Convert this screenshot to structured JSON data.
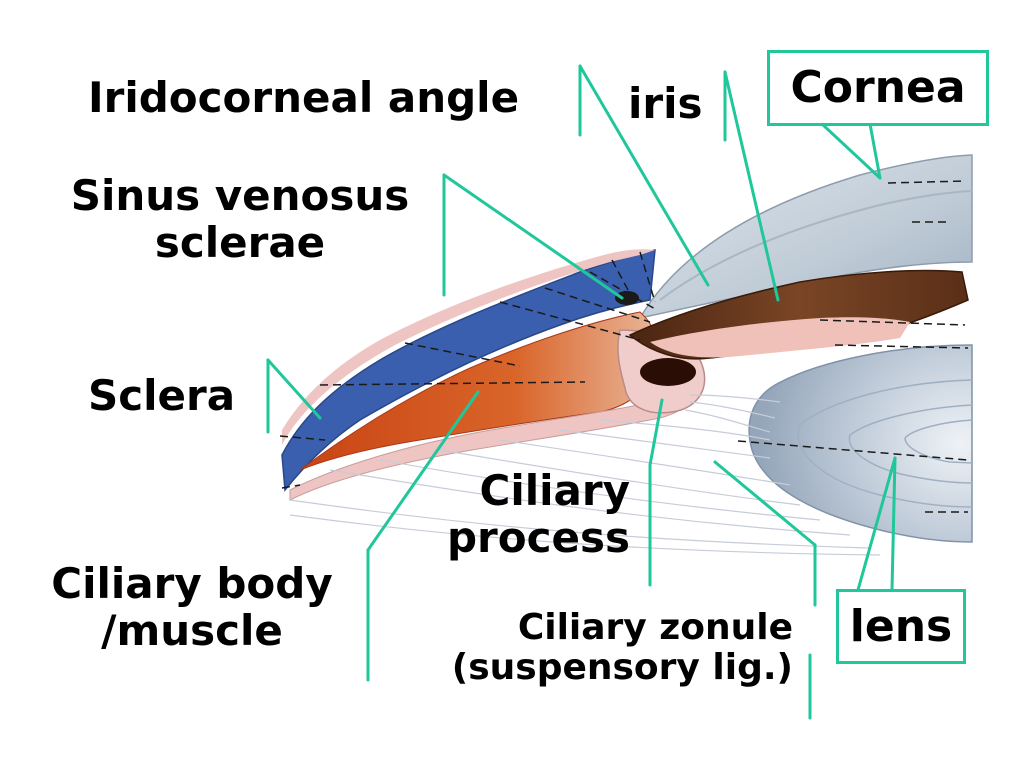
{
  "labels": {
    "iridocorneal_angle": "Iridocorneal angle",
    "iris": "iris",
    "cornea": "Cornea",
    "sinus_venosus_line1": "Sinus venosus",
    "sinus_venosus_line2": "sclerae",
    "sclera": "Sclera",
    "ciliary_process_line1": "Ciliary",
    "ciliary_process_line2": "process",
    "ciliary_body_line1": "Ciliary body",
    "ciliary_body_line2": "/muscle",
    "ciliary_zonule_line1": "Ciliary zonule",
    "ciliary_zonule_line2": "(suspensory lig.)",
    "lens": "lens"
  },
  "colors": {
    "leader_line": "#1fc79a",
    "sclera_blue": "#3a5fae",
    "muscle_orange": "#d2521e",
    "iris_brown": "#6b3a1f",
    "tissue_pink": "#efc4c0",
    "cornea_grey": "#c9d3dc",
    "lens_grey": "#b9c6d6"
  }
}
